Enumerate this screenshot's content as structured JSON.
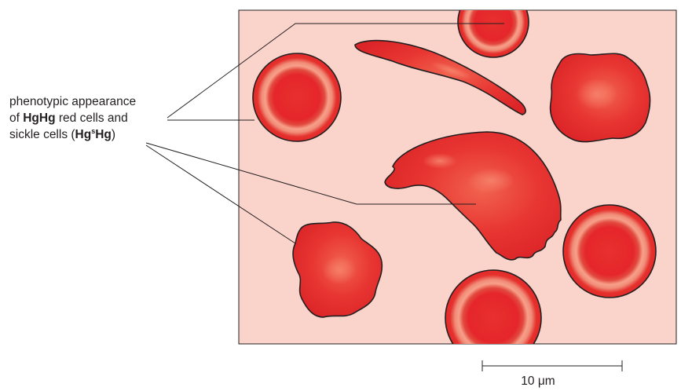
{
  "annotation": {
    "line1": "phenotypic appearance",
    "line2_prefix": "of ",
    "line2_bold": "HgHg",
    "line2_suffix": " red cells and",
    "line3_prefix": "sickle cells (",
    "line3_bold_a": "Hg",
    "line3_sup": "s",
    "line3_bold_b": "Hg",
    "line3_suffix": ")"
  },
  "scale_bar": {
    "label": "10 μm"
  },
  "colors": {
    "background_panel": "#fad3cb",
    "cell_red": "#e8302e",
    "cell_outline": "#231f20"
  }
}
